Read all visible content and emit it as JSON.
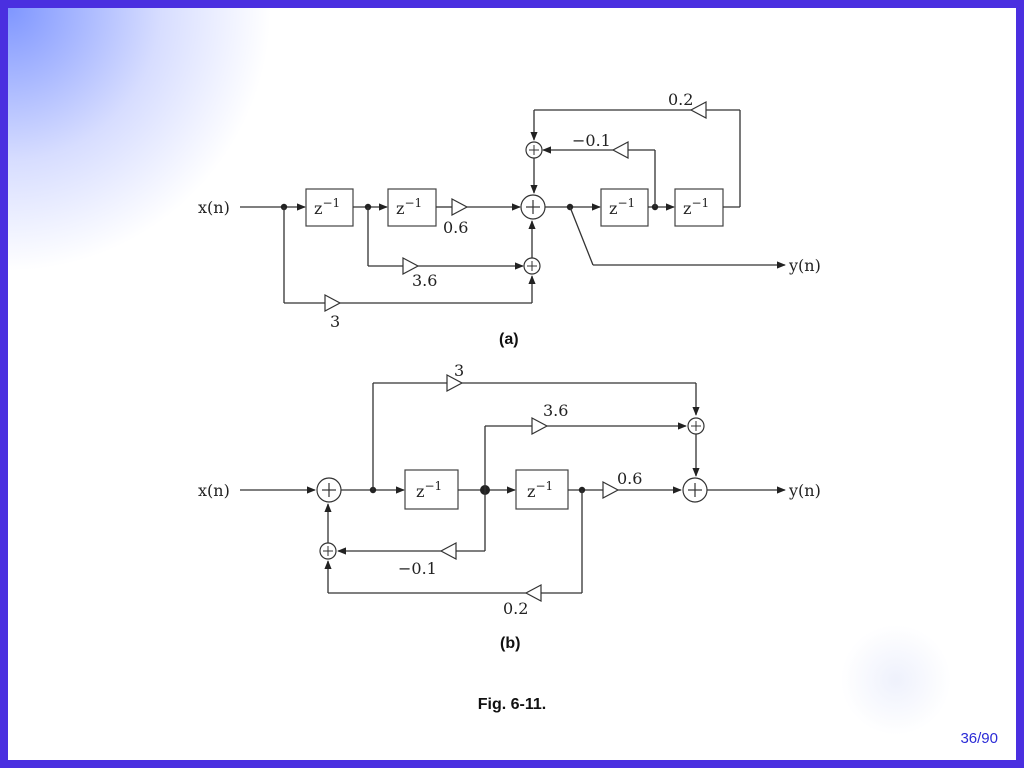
{
  "diagram": {
    "input_label": "x(n)",
    "output_label": "y(n)",
    "delay_label_base": "z",
    "delay_label_exp": "−1",
    "part_a": {
      "label": "(a)",
      "gains": {
        "g06": "0.6",
        "g36": "3.6",
        "g3": "3",
        "gm01": "−0.1",
        "g02": "0.2"
      }
    },
    "part_b": {
      "label": "(b)",
      "gains": {
        "g3": "3",
        "g36": "3.6",
        "g06": "0.6",
        "gm01": "−0.1",
        "g02": "0.2"
      }
    }
  },
  "caption": "Fig. 6-11.",
  "page_number": "36/90"
}
